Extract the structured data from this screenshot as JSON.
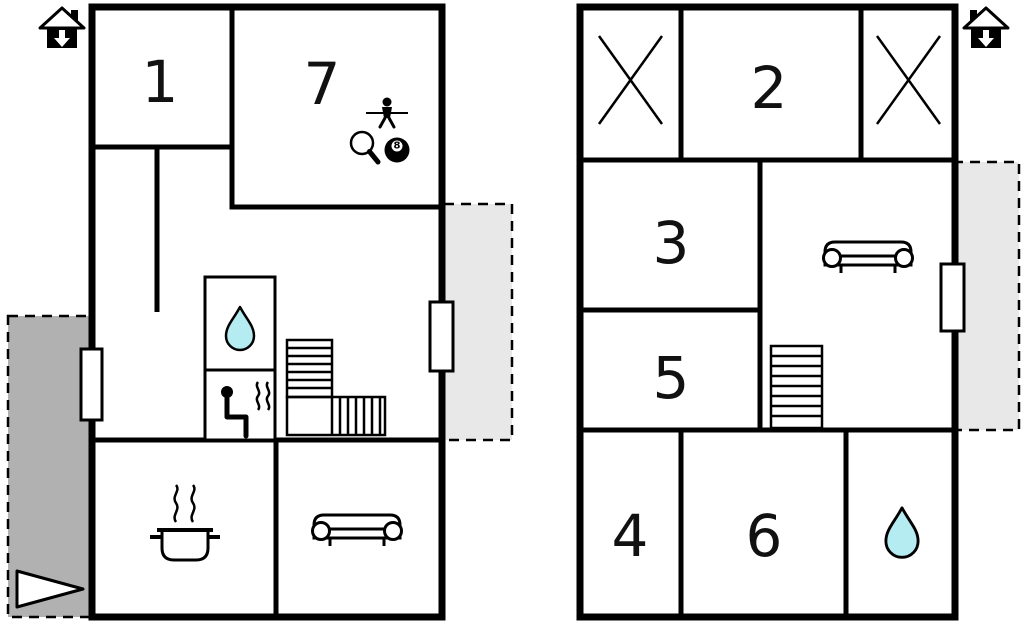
{
  "colors": {
    "wall": "#000000",
    "background": "#ffffff",
    "terrace": "#b1b1b1",
    "balcony": "#e8e8e8",
    "water": "#b5ecf2"
  },
  "left_plan": {
    "rooms": [
      {
        "label": "1"
      },
      {
        "label": "7"
      }
    ],
    "eight_ball": "8"
  },
  "right_plan": {
    "rooms": [
      {
        "label": "2"
      },
      {
        "label": "3"
      },
      {
        "label": "5"
      },
      {
        "label": "4"
      },
      {
        "label": "6"
      }
    ]
  }
}
